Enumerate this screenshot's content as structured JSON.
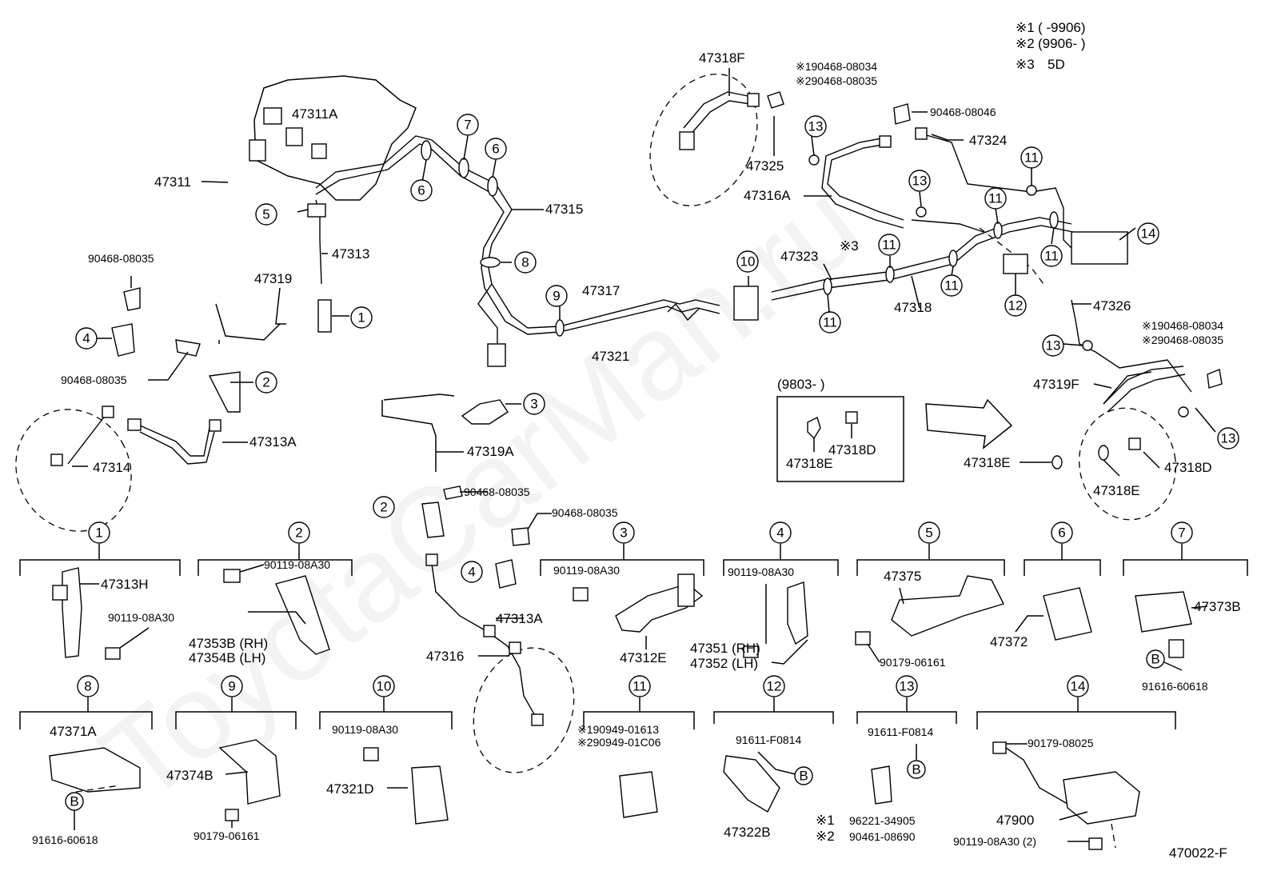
{
  "diagram": {
    "code": "470022-F",
    "watermark": "ToyotaCarMan.ru",
    "legend": {
      "line1_mark": "※1",
      "line1_text": "(       -9906)",
      "line2_mark": "※2",
      "line2_text": "(9906-       )",
      "line3_mark": "※3",
      "line3_text": "5D"
    },
    "inset": {
      "title": "(9803-          )",
      "left_part": "47318E",
      "right_part": "47318D"
    },
    "labels": {
      "p47311A": "47311A",
      "p47311": "47311",
      "p47313": "47313",
      "p47315": "47315",
      "p47317": "47317",
      "p47321": "47321",
      "p47319": "47319",
      "p47319A": "47319A",
      "p47313A_left": "47313A",
      "p47313A_center": "47313A",
      "p47314": "47314",
      "p47316": "47316",
      "p90468_a": "90468-08035",
      "p90468_b": "90468-08035",
      "p90468_c": "90468-08035",
      "p90468_d": "90468-08035",
      "p47318F": "47318F",
      "p47318F_note1": "※190468-08034",
      "p47318F_note2": "※290468-08035",
      "p47325": "47325",
      "p47316A": "47316A",
      "p90468_08046": "90468-08046",
      "p47324": "47324",
      "p47323": "47323",
      "p47323_note": "※3",
      "p47318": "47318",
      "p47326": "47326",
      "p47319F": "47319F",
      "p47319F_note1": "※190468-08034",
      "p47319F_note2": "※290468-08035",
      "p47318E_r": "47318E",
      "p47318E_r2": "47318E",
      "p47318D_r": "47318D"
    },
    "callouts": [
      "1",
      "2",
      "3",
      "4",
      "5",
      "6",
      "7",
      "8",
      "9",
      "10",
      "11",
      "12",
      "13",
      "14",
      "B"
    ],
    "details": {
      "d1": {
        "num": "1",
        "part_a": "47313H",
        "bolt": "90119-08A30"
      },
      "d2": {
        "num": "2",
        "bolt": "90119-08A30",
        "rh": "47353B (RH)",
        "lh": "47354B (LH)"
      },
      "d3": {
        "num": "3",
        "bolt": "90119-08A30",
        "part": "47312E"
      },
      "d4": {
        "num": "4",
        "bolt": "90119-08A30",
        "rh": "47351 (RH)",
        "lh": "47352 (LH)"
      },
      "d5": {
        "num": "5",
        "part": "47375",
        "nut": "90179-06161"
      },
      "d6": {
        "num": "6",
        "part": "47372"
      },
      "d7": {
        "num": "7",
        "part": "47373B",
        "clip": "91616-60618"
      },
      "d8": {
        "num": "8",
        "part": "47371A",
        "clip": "91616-60618"
      },
      "d9": {
        "num": "9",
        "part": "47374B",
        "nut": "90179-06161"
      },
      "d10": {
        "num": "10",
        "bolt": "90119-08A30",
        "part": "47321D"
      },
      "d11": {
        "num": "11",
        "note1": "※190949-01613",
        "note2": "※290949-01C06"
      },
      "d12": {
        "num": "12",
        "bolt": "91611-F0814",
        "part": "47322B"
      },
      "d13": {
        "num": "13",
        "bolt": "91611-F0814",
        "note1_mark": "※1",
        "note1": "96221-34905",
        "note2_mark": "※2",
        "note2": "90461-08690"
      },
      "d14": {
        "num": "14",
        "nut": "90179-08025",
        "part": "47900",
        "bolt": "90119-08A30 (2)"
      }
    }
  }
}
